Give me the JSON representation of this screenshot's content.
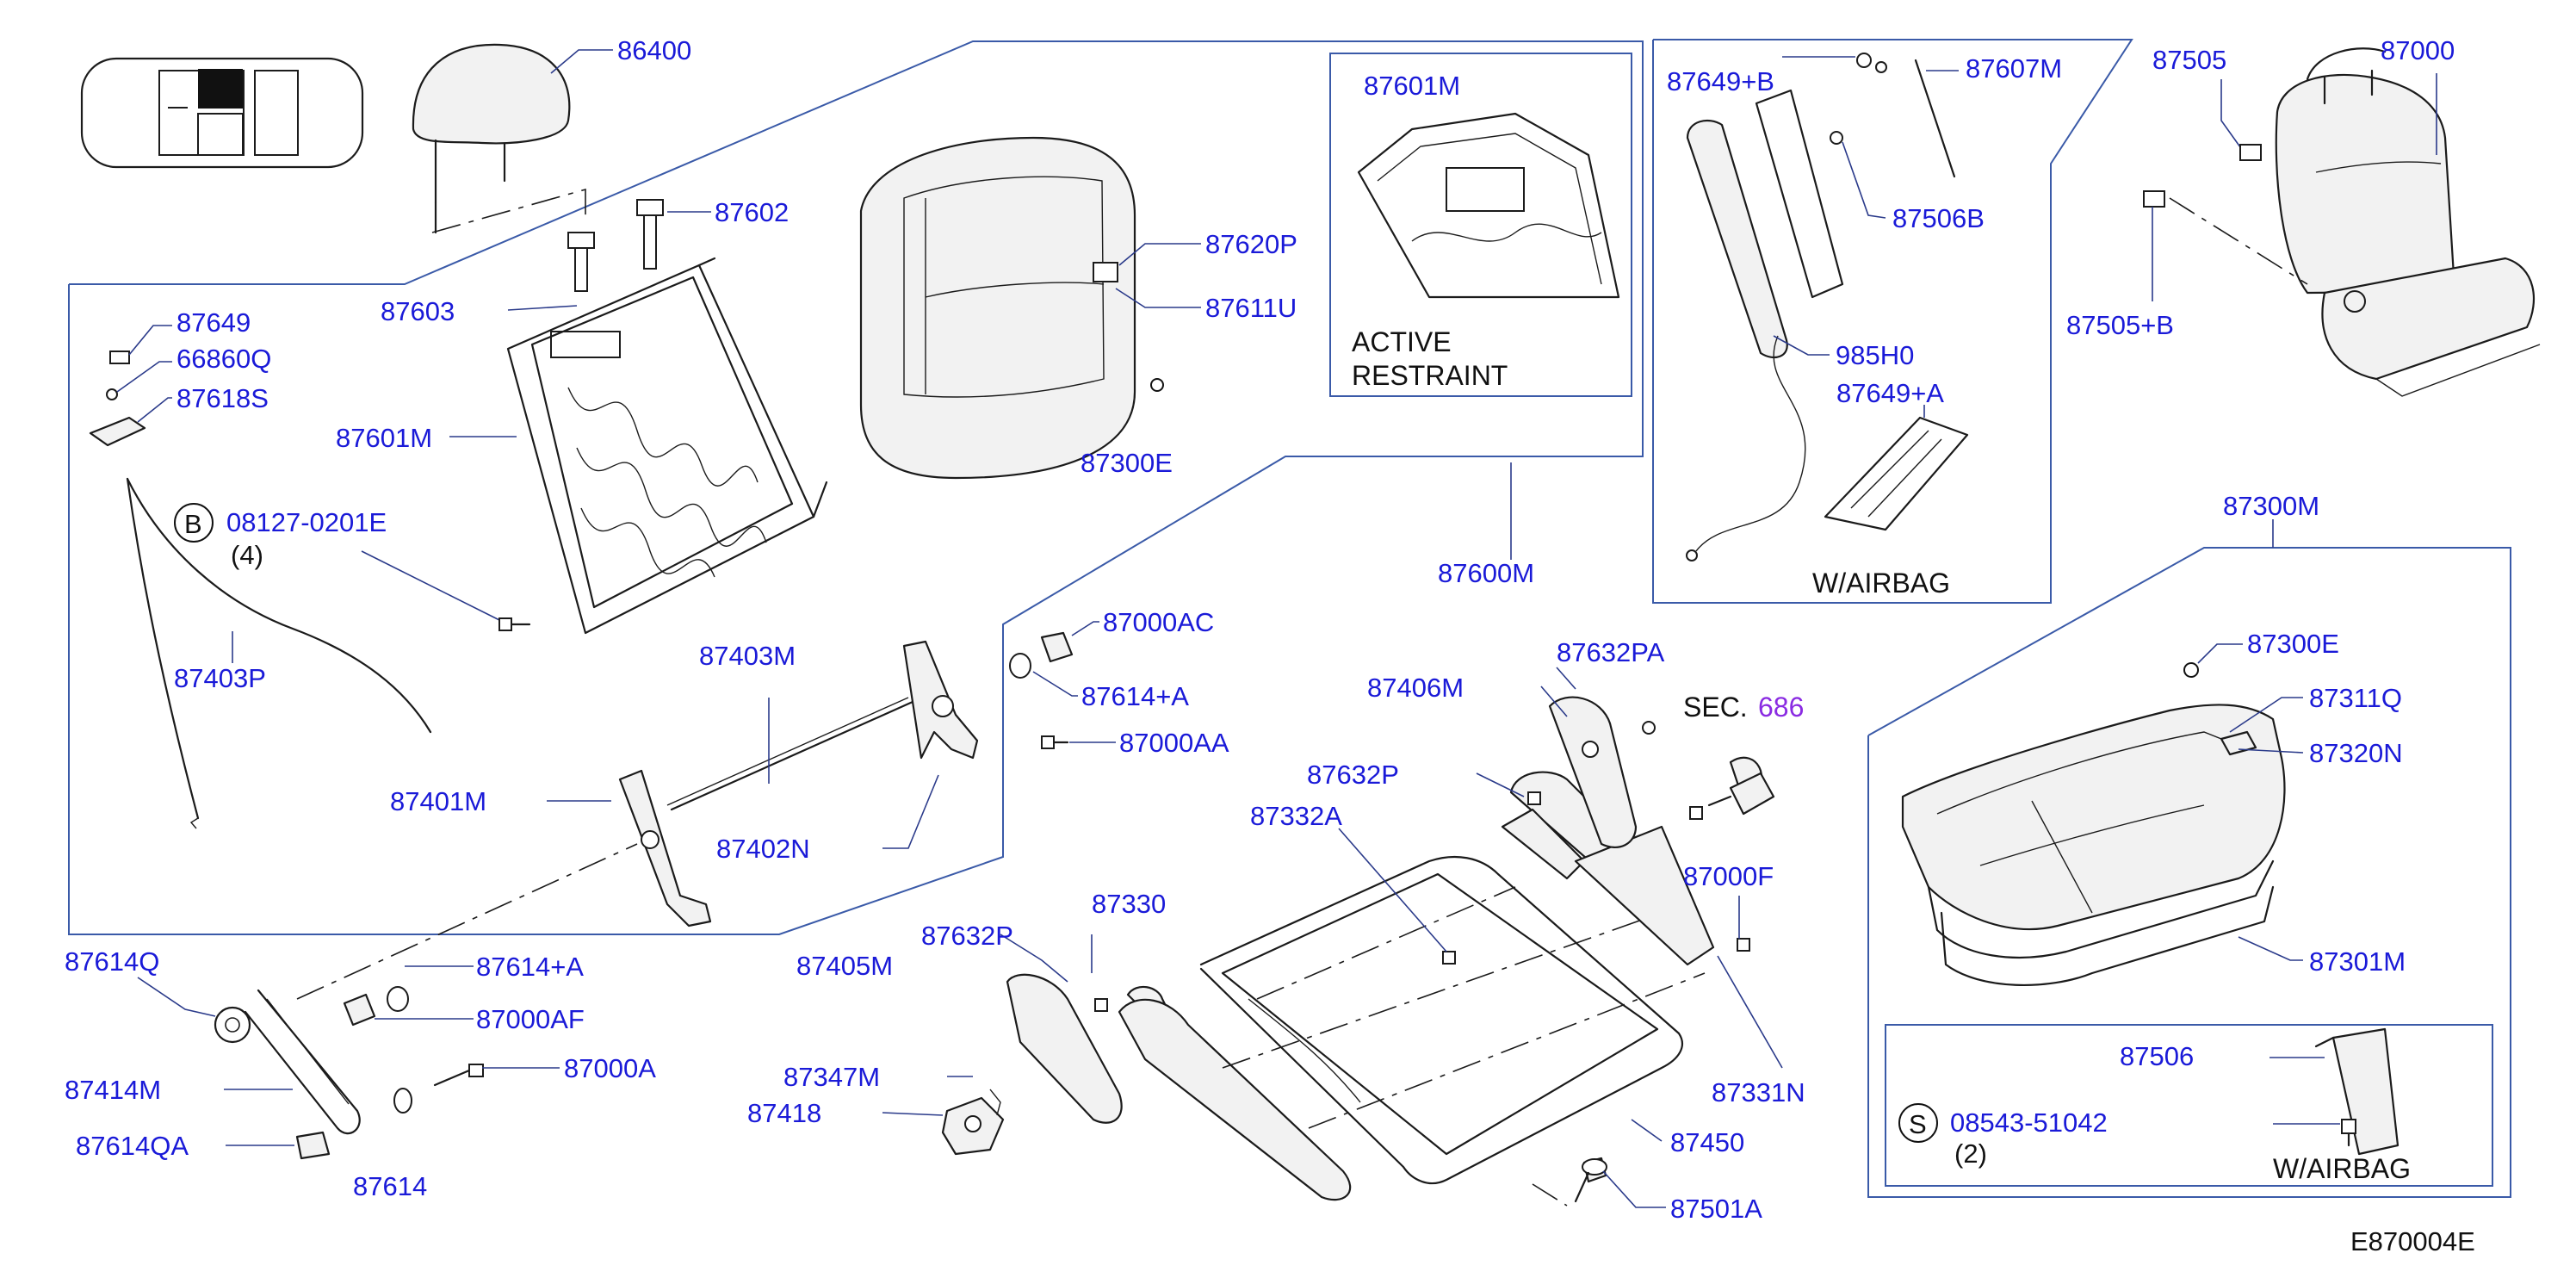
{
  "diagram": {
    "code": "E870004E",
    "sec_prefix": "SEC.",
    "sec_ref": "686",
    "boxes": {
      "active_restraint": [
        "ACTIVE",
        "RESTRAINT"
      ],
      "airbag_top": "W/AIRBAG",
      "airbag_bottom": "W/AIRBAG"
    },
    "callouts": {
      "b_letter": "B",
      "b_part": "08127-0201E",
      "b_qty": "(4)",
      "s_letter": "S",
      "s_part": "08543-51042",
      "s_qty": "(2)"
    },
    "labels": {
      "p86400": "86400",
      "p87602": "87602",
      "p87603": "87603",
      "p87620P": "87620P",
      "p87611U": "87611U",
      "p87601M_a": "87601M",
      "p87601M_b": "87601M",
      "p87649": "87649",
      "p66860Q": "66860Q",
      "p87618S": "87618S",
      "p87300E_a": "87300E",
      "p87403P": "87403P",
      "p87600M": "87600M",
      "p87649B": "87649+B",
      "p87607M": "87607M",
      "p87506B": "87506B",
      "p985H0": "985H0",
      "p87649A": "87649+A",
      "p87505": "87505",
      "p87000": "87000",
      "p87505B": "87505+B",
      "p87000AC": "87000AC",
      "p87614A_a": "87614+A",
      "p87000AA": "87000AA",
      "p87403M": "87403M",
      "p87401M": "87401M",
      "p87402N": "87402N",
      "p87632PA": "87632PA",
      "p87406M": "87406M",
      "p87632P_a": "87632P",
      "p87332A": "87332A",
      "p87000F": "87000F",
      "p87331N": "87331N",
      "p87300M": "87300M",
      "p87300E_b": "87300E",
      "p87311Q": "87311Q",
      "p87320N": "87320N",
      "p87301M": "87301M",
      "p87506": "87506",
      "p87614Q": "87614Q",
      "p87614A_b": "87614+A",
      "p87000AF": "87000AF",
      "p87000A": "87000A",
      "p87414M": "87414M",
      "p87614QA": "87614QA",
      "p87614": "87614",
      "p87632P_b": "87632P",
      "p87330": "87330",
      "p87405M": "87405M",
      "p87347M": "87347M",
      "p87418": "87418",
      "p87450": "87450",
      "p87501A": "87501A"
    }
  }
}
